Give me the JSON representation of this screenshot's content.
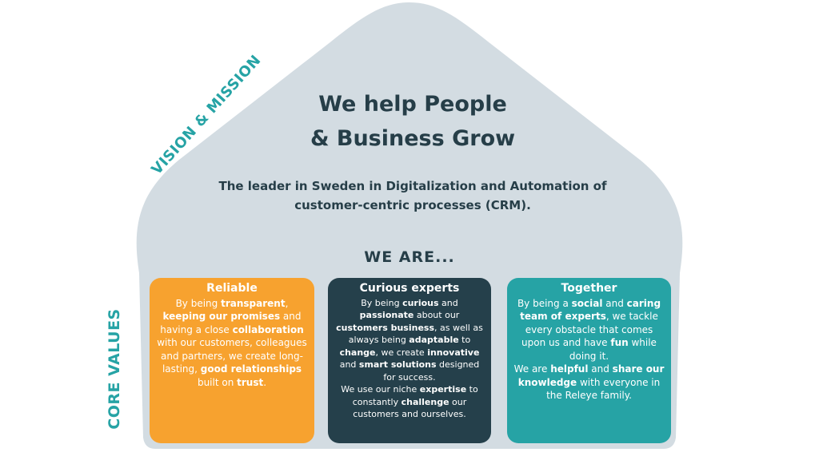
{
  "side_labels": {
    "vision_mission": "VISION & MISSION",
    "core_values": "CORE VALUES"
  },
  "headline": {
    "line1": "We help People",
    "line2": "& Business Grow"
  },
  "subline": {
    "line1": "The leader in Sweden in Digitalization and Automation of",
    "line2": "customer-centric processes (CRM)."
  },
  "we_are": "WE ARE...",
  "cards": [
    {
      "title": "Reliable",
      "body": "By being transparent, keeping our promises and having a close collaboration with our customers, colleagues and partners, we create long-lasting, good relationships built on trust.",
      "bold_phrases": [
        "transparent",
        "keeping our promises",
        "collaboration",
        "good relationships",
        "trust"
      ]
    },
    {
      "title": "Curious experts",
      "body": "By being curious and passionate about our customers business, as well as always being adaptable to change, we create innovative and smart solutions designed for success.\nWe use our niche expertise to constantly challenge our customers and ourselves.",
      "bold_phrases": [
        "curious",
        "passionate",
        "customers business",
        "adaptable",
        "change",
        "innovative",
        "smart solutions",
        "expertise",
        "challenge"
      ]
    },
    {
      "title": "Together",
      "body": "By being a social and caring team of experts, we tackle every obstacle that comes upon us and have fun while doing it.\nWe are helpful and share our knowledge with everyone in the Releye family.",
      "bold_phrases": [
        "social",
        "caring team of experts",
        "fun",
        "helpful",
        "share our knowledge"
      ]
    }
  ],
  "colors": {
    "house": "#d3dce2",
    "dark_text": "#263e48",
    "teal": "#26a3a5",
    "orange": "#f7a22f",
    "navy": "#25404b"
  }
}
